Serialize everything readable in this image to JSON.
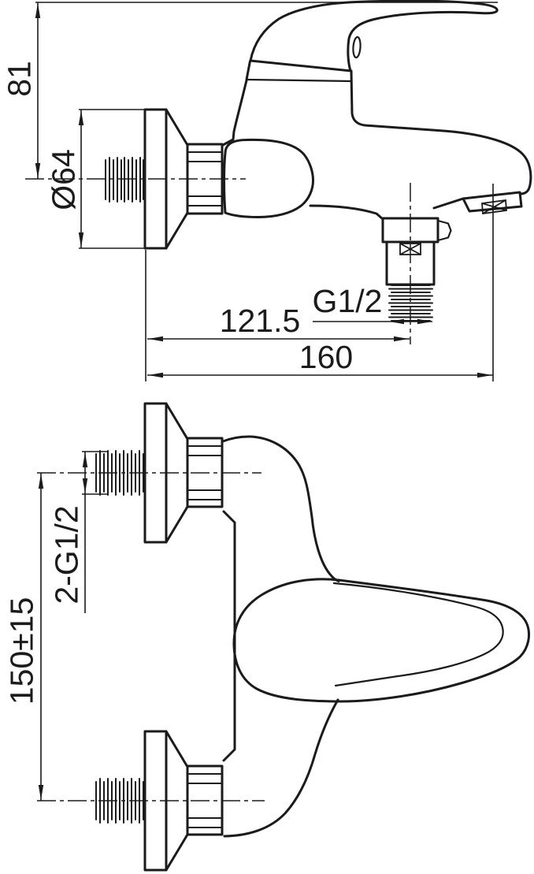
{
  "drawing": {
    "background": "#ffffff",
    "line_color": "#1b1b1b",
    "views": {
      "side": {
        "dim_height": "81",
        "dim_flange_diameter": "Ø64",
        "dim_outlet_thread": "G1/2",
        "dim_wall_to_outlet": "121.5",
        "dim_spout_reach": "160"
      },
      "front": {
        "dim_inlet_threads": "2-G1/2",
        "dim_inlet_spacing": "150±15"
      }
    }
  }
}
